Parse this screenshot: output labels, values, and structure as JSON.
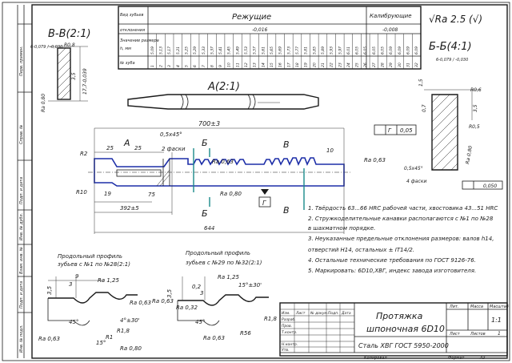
{
  "table": {
    "col_kind_head": "Вид зубьев",
    "col_cut_head": "Режущие",
    "col_calib_head": "Калибрующие",
    "row1_label": "отклонения",
    "row1_cut": "-0,016",
    "row1_calib": "-0,008",
    "row2_label": "Значение размера",
    "row2_sub": "h, мм",
    "row3_label": "№ зуба"
  },
  "roughness_main": "√Ra 2.5 (√)",
  "section_bb": "В-В(2:1)",
  "section_b": "Б-Б(4:1)",
  "view_a": "А(2:1)",
  "dims": {
    "total": "700±3",
    "chamfer": "0,5х45°",
    "chamfer_note": "2 фаски",
    "d25a": "25",
    "d25b": "25",
    "r2": "R2",
    "r10": "R10",
    "d19": "19",
    "d75": "75",
    "d392": "392±5",
    "d644": "644",
    "d10": "10",
    "ra063a": "Ra 0,63",
    "ra063b": "Ra 0,63",
    "ra080": "Ra 0,80",
    "tol005": "0,05",
    "tol0050": "0,050",
    "chamfer2": "0,5х45°",
    "chamfer2_note": "4 фаски",
    "ra080b": "Ra 0,80",
    "r05": "R0,5",
    "r06": "R0,6",
    "d35": "3,5",
    "d15": "1,5",
    "d07": "0,7",
    "ra08c": "Ra 0,80",
    "d178": "17,7-0,039",
    "tolA": "6-0,079 / -0,030",
    "tolB": "6-0,079 / -0,030",
    "r08": "R0,8",
    "g_label": "Г"
  },
  "labels": {
    "A": "А",
    "B1": "Б",
    "B2": "Б",
    "V1": "В",
    "V2": "В"
  },
  "profile1_title": "Продольный профиль",
  "profile1_sub": "зубьев с №1 по №28(2:1)",
  "profile2_title": "Продольный профиль",
  "profile2_sub": "зубьев с №29 по №32(2:1)",
  "profile_dims": {
    "p1_d9": "9",
    "p1_d3": "3",
    "p1_d35": "3,5",
    "p1_ra125": "Ra 1,25",
    "p1_ra063": "Ra 0,63",
    "p1_r18": "R1,8",
    "p1_45": "45°",
    "p1_4d": "4°±30'",
    "p1_15": "15°",
    "p1_ra063b": "Ra 0,63",
    "p1_ra080": "Ra 0,80",
    "p1_r1": "R1",
    "p2_d02": "0,2",
    "p2_d3": "3",
    "p2_d35": "3,5",
    "p2_ra125": "Ra 1,25",
    "p2_ra063": "Ra 0,63",
    "p2_ra032": "Ra 0,32",
    "p2_15": "15°±30'",
    "p2_r18": "R1,8",
    "p2_r56": "R56",
    "p2_45": "45°",
    "p2_ra063b": "Ra 0,63"
  },
  "notes": [
    "1. Твёрдость 63...66 HRC рабочей части, хвостовика 43...51 HRC",
    "2. Стружкоделительные канавки располагаются с №1 по №28",
    "в шахматном порядке.",
    "3. Неуказанные предельные отклонения размеров: валов h14,",
    "отверстий H14, остальных ± IT14/2.",
    "4. Остальные технические требования по ГОСТ 9126-76.",
    "5. Маркировать: 6D10,ХВГ, индекс завода изготовителя."
  ],
  "title_block": {
    "name1": "Протяжка",
    "name2": "шпоночная 6D10",
    "material": "Сталь ХВГ ГОСТ 5950-2000",
    "lit": "Лит.",
    "mass": "Масса",
    "scale": "Масштаб",
    "scale_val": "1:1",
    "sheet": "Лист",
    "sheets": "Листов",
    "sheets_val": "1",
    "izm": "Изм.",
    "list": "Лист",
    "doc": "№ докум.",
    "sign": "Подп.",
    "date": "Дата",
    "razrab": "Разраб.",
    "prov": "Пров.",
    "tkontr": "Т.контр.",
    "nkontr": "Н.контр.",
    "utv": "Утв.",
    "copied": "Копировал",
    "format": "Формат",
    "format_val": "А3"
  },
  "side_strip": [
    "Перв. примен.",
    "Справ. №",
    "Подп. и дата",
    "Инв. № дубл.",
    "Взам. инв. №",
    "Подп. и дата",
    "Инв. № подл."
  ],
  "tooth_numbers": [
    "1",
    "2",
    "3",
    "4",
    "5",
    "6",
    "7",
    "8",
    "9",
    "10",
    "11",
    "12",
    "13",
    "14",
    "15",
    "16",
    "17",
    "18",
    "19",
    "20",
    "21",
    "22",
    "23",
    "24",
    "25",
    "26",
    "27",
    "28",
    "29",
    "30",
    "31",
    "32"
  ],
  "tooth_values_cut": [
    "5,09",
    "5,13",
    "5,17",
    "5,21",
    "5,25",
    "5,29",
    "5,33",
    "5,37",
    "5,41",
    "5,45",
    "5,49",
    "5,53",
    "5,57",
    "5,61",
    "5,65",
    "5,69",
    "5,73",
    "5,77",
    "5,81",
    "5,85",
    "5,89",
    "5,93",
    "5,97",
    "6,01",
    "6,05",
    "6,05",
    "6,05",
    "6,05"
  ],
  "tooth_values_calib": [
    "6,09",
    "6,09",
    "6,09",
    "6,09"
  ]
}
